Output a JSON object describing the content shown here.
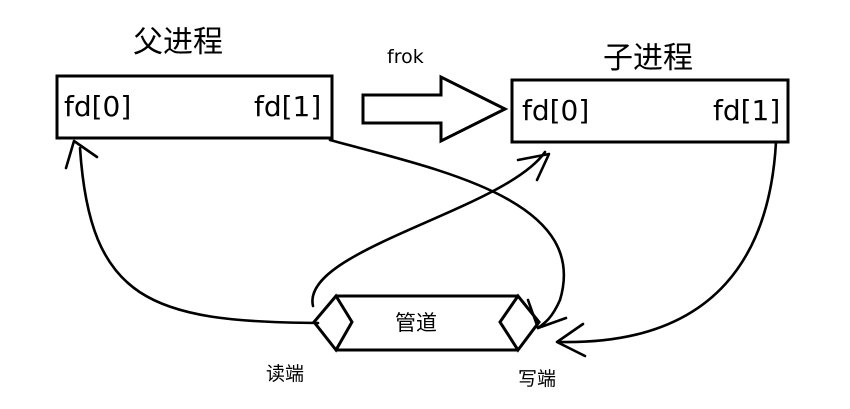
{
  "parent": {
    "title": "父进程",
    "fd0": "fd[0]",
    "fd1": "fd[1]"
  },
  "fork_label": "frok",
  "child": {
    "title": "子进程",
    "fd0": "fd[0]",
    "fd1": "fd[1]"
  },
  "pipe": {
    "label": "管道",
    "read_end": "读端",
    "write_end": "写端"
  }
}
